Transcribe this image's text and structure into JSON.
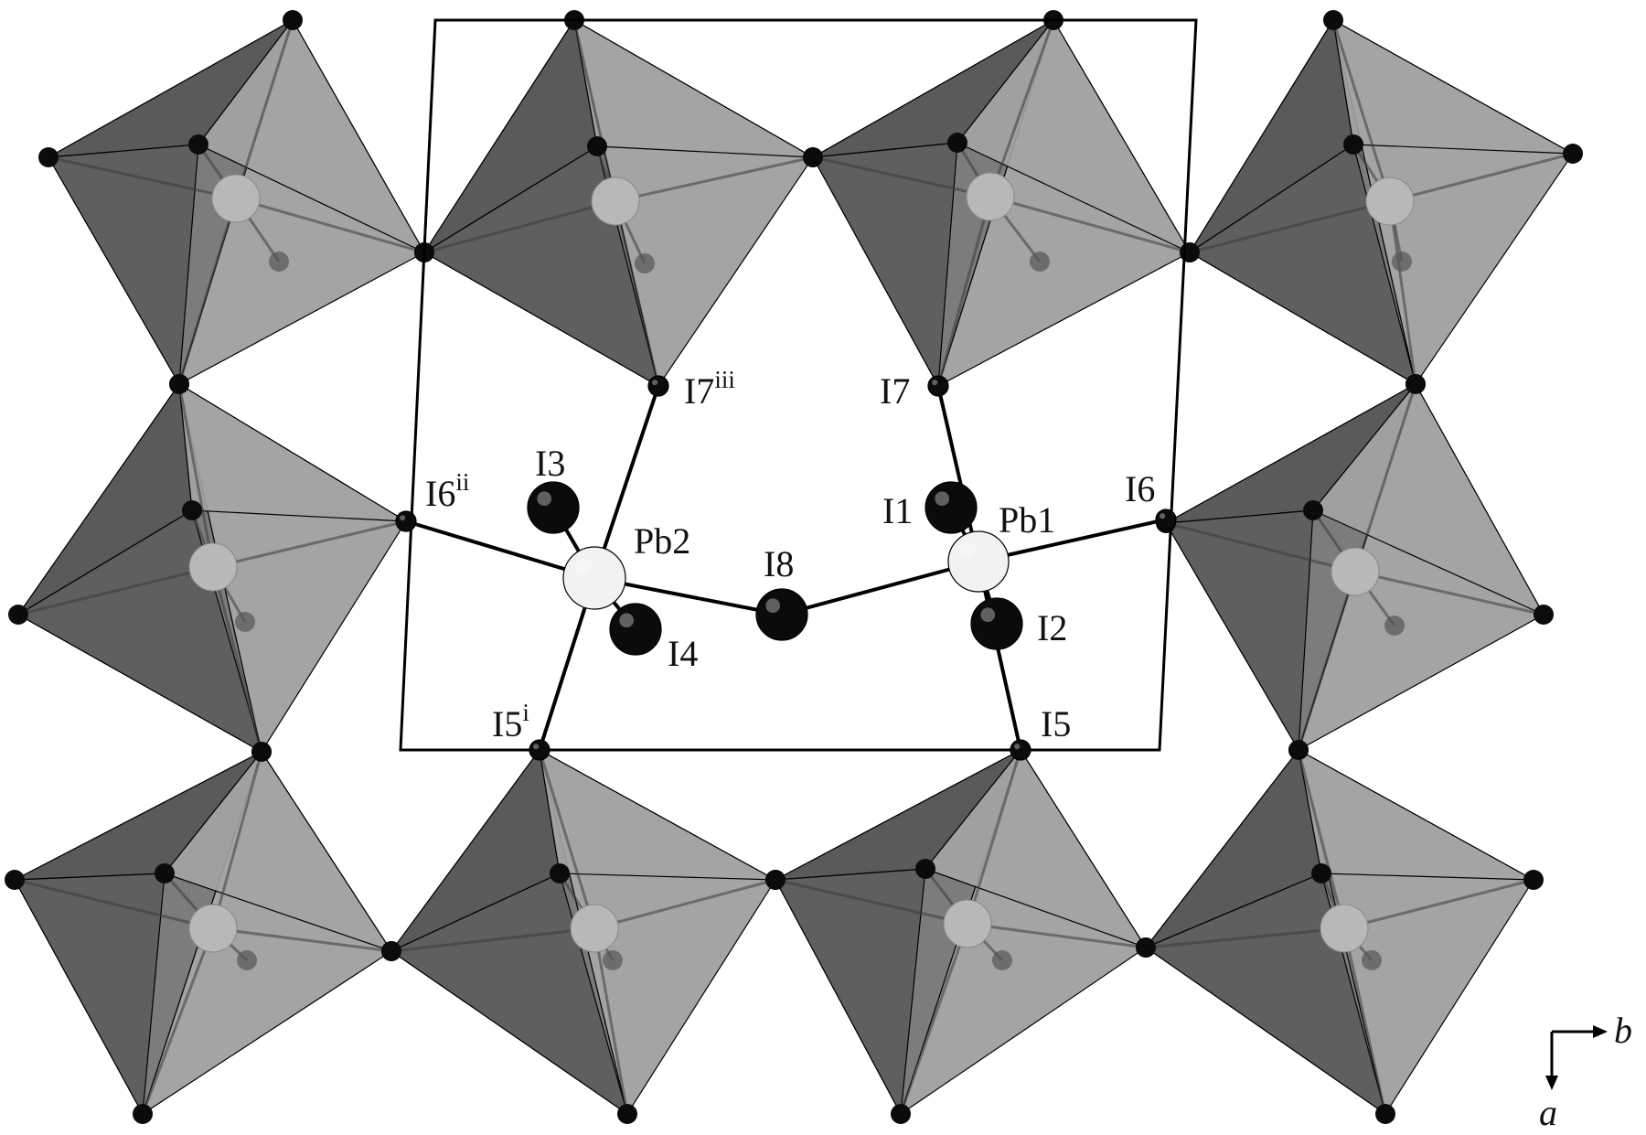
{
  "diagram": {
    "colors": {
      "background": "#ffffff",
      "unit_cell": "#000000",
      "face_dark": "#5a5a5a",
      "face_mid": "#7c7c7c",
      "face_light": "#a4a4a4",
      "iodine": "#0b0b0b",
      "lead": "#f2f2f2",
      "bond": "#000000"
    },
    "labels": {
      "I3": "I3",
      "Pb2": "Pb2",
      "I4": "I4",
      "I8": "I8",
      "I1": "I1",
      "Pb1": "Pb1",
      "I2": "I2",
      "I7": "I7",
      "I6": "I6",
      "I5": "I5",
      "I7iii": "I7",
      "I7iii_sup": "iii",
      "I6ii": "I6",
      "I6ii_sup": "ii",
      "I5i": "I5",
      "I5i_sup": "i"
    },
    "axes": {
      "b": "b",
      "a": "a"
    }
  }
}
